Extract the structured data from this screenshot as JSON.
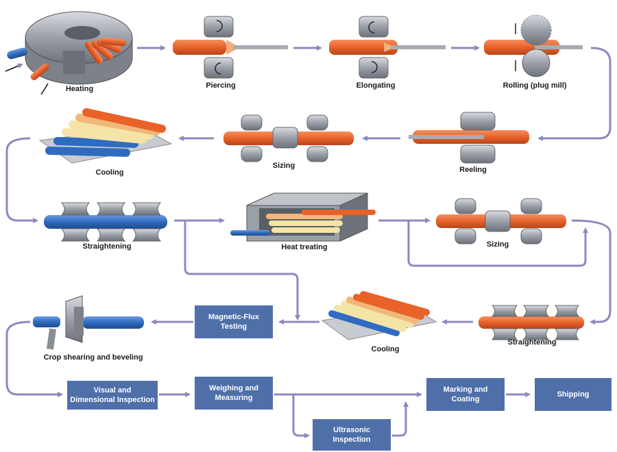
{
  "colors": {
    "arrow": "#8e88c0",
    "box": "#4f6fa8",
    "pipe_hot": "#e8622a",
    "pipe_cool": "#f0b87a",
    "pipe_blue": "#2f6bbf",
    "pipe_cream": "#f4e4a8",
    "machine": "#9aa0a8",
    "roll": "#b8bcc2"
  },
  "stages": {
    "heating": "Heating",
    "piercing": "Piercing",
    "elongating": "Elongating",
    "rolling": "Rolling (plug mill)",
    "reeling": "Reeling",
    "sizing1": "Sizing",
    "cooling1": "Cooling",
    "straightening1": "Straightening",
    "heat_treating": "Heat treating",
    "sizing2": "Sizing",
    "straightening2": "Straightening",
    "cooling2": "Cooling",
    "crop_shearing": "Crop shearing and beveling"
  },
  "boxes": {
    "magnetic": [
      "Magnetic-Flux",
      "Testing"
    ],
    "visual": [
      "Visual and",
      "Dimensional Inspection"
    ],
    "weighing": [
      "Weighing and",
      "Measuring"
    ],
    "ultrasonic": [
      "Ultrasonic",
      "Inspection"
    ],
    "marking": [
      "Marking and",
      "Coating"
    ],
    "shipping": [
      "Shipping"
    ]
  }
}
